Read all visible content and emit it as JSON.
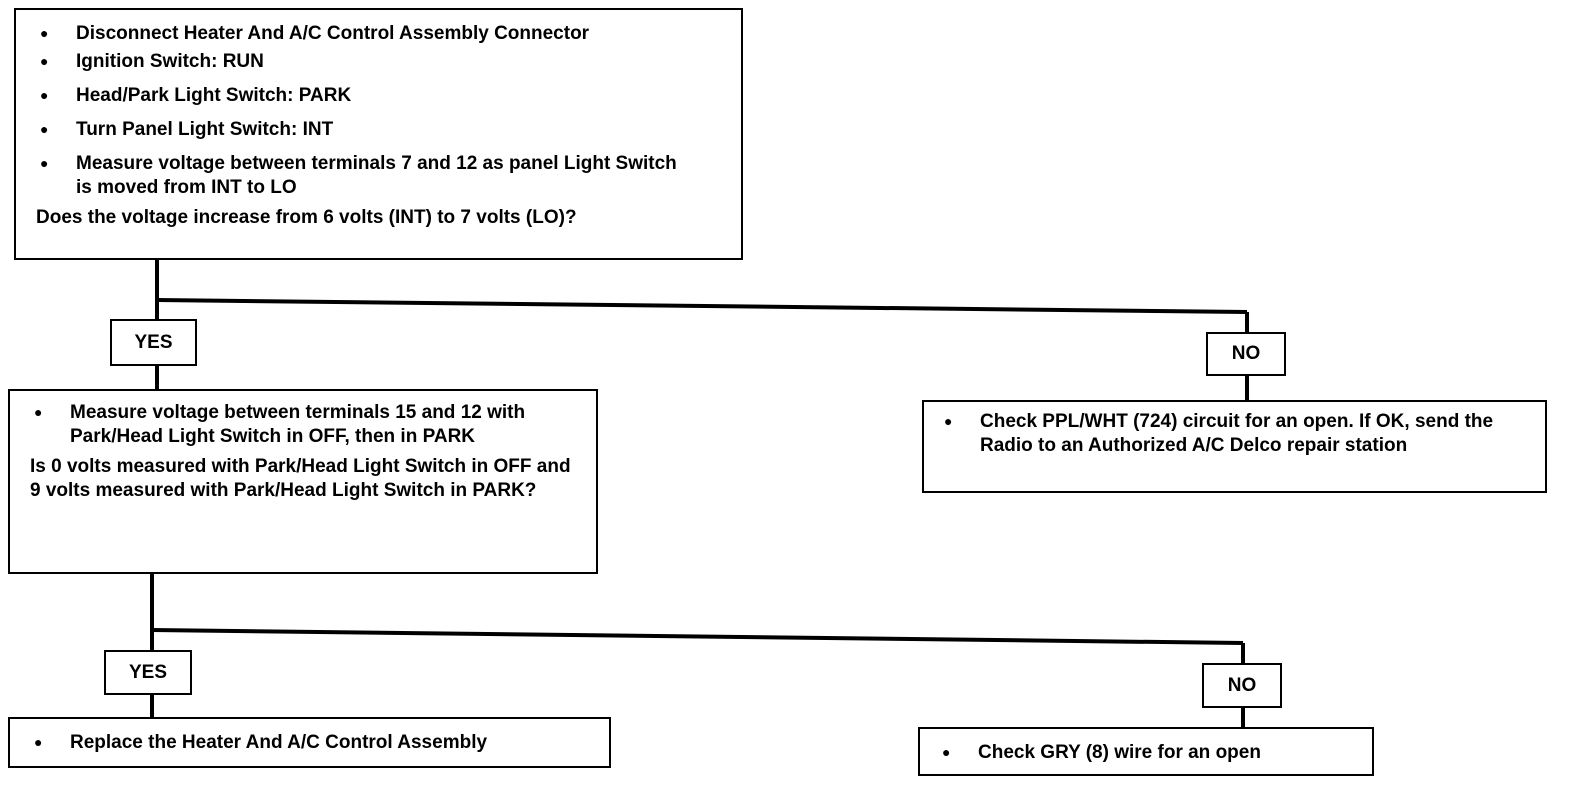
{
  "box1": {
    "items": [
      "Disconnect Heater And A/C Control Assembly Connector",
      "Ignition Switch: RUN",
      "Head/Park Light Switch: PARK",
      "Turn Panel Light Switch: INT",
      "Measure voltage between terminals 7 and 12 as panel Light Switch is moved from INT to LO"
    ],
    "question": "Does the voltage increase from 6 volts (INT) to 7 volts (LO)?"
  },
  "yes1": "YES",
  "no1": "NO",
  "box2": {
    "items": [
      "Measure voltage between terminals 15 and 12 with Park/Head Light Switch in OFF, then in PARK"
    ],
    "question": "Is 0 volts measured with Park/Head Light Switch in OFF and 9 volts measured with Park/Head Light Switch in PARK?"
  },
  "box3": {
    "items": [
      "Check PPL/WHT (724) circuit for an open. If OK, send the Radio to an Authorized A/C Delco repair station"
    ]
  },
  "yes2": "YES",
  "no2": "NO",
  "box4": {
    "items": [
      "Replace the Heater And A/C Control Assembly"
    ]
  },
  "box5": {
    "items": [
      "Check GRY (8) wire for an open"
    ]
  }
}
